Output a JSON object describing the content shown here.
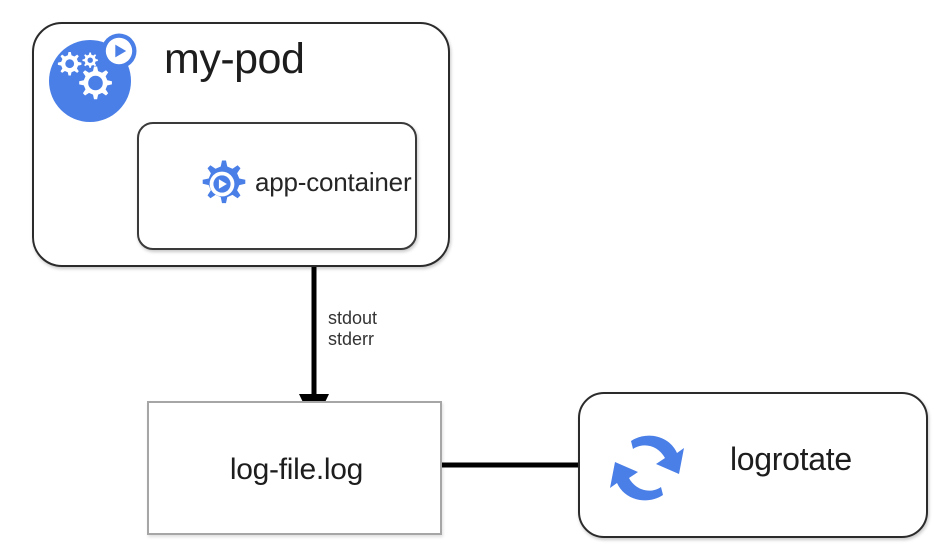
{
  "diagram": {
    "title": "Kubernetes pod logging to a log file rotated by logrotate",
    "background_color": "#ffffff",
    "accent_color": "#4a7fe8",
    "stroke_color": "#2b2b2b",
    "nodes": {
      "pod": {
        "label": "my-pod",
        "icon": "kubernetes-pod-icon",
        "border_color": "#2b2b2b",
        "shape": "rounded-rectangle"
      },
      "container": {
        "label": "app-container",
        "icon": "container-gear-play-icon",
        "border_color": "#3a3a3a",
        "shape": "rounded-rectangle"
      },
      "logfile": {
        "label": "log-file.log",
        "border_color": "#a6a6a6",
        "shape": "rectangle"
      },
      "logrotate": {
        "label": "logrotate",
        "icon": "rotate-arrows-icon",
        "border_color": "#2b2b2b",
        "shape": "rounded-rectangle"
      }
    },
    "edges": [
      {
        "name": "container-to-logfile",
        "from": "container",
        "to": "logfile",
        "direction": "down",
        "label_line_1": "stdout",
        "label_line_2": "stderr",
        "color": "#000000"
      },
      {
        "name": "logrotate-to-logfile",
        "from": "logrotate",
        "to": "logfile",
        "direction": "left",
        "label_line_1": "",
        "label_line_2": "",
        "color": "#000000"
      }
    ]
  }
}
